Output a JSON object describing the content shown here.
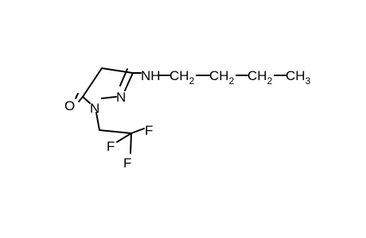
{
  "molecule": {
    "atoms": {
      "ring_oxygen": "O",
      "ring_n1": "N",
      "ring_n2": "N",
      "amine": "NH",
      "fluorine_1": "F",
      "fluorine_2": "F",
      "fluorine_3": "F"
    },
    "butyl_chain": {
      "ch2_a": "CH",
      "ch2_a_sub": "2",
      "ch2_b": "CH",
      "ch2_b_sub": "2",
      "ch2_c": "CH",
      "ch2_c_sub": "2",
      "ch3": "CH",
      "ch3_sub": "3"
    }
  }
}
